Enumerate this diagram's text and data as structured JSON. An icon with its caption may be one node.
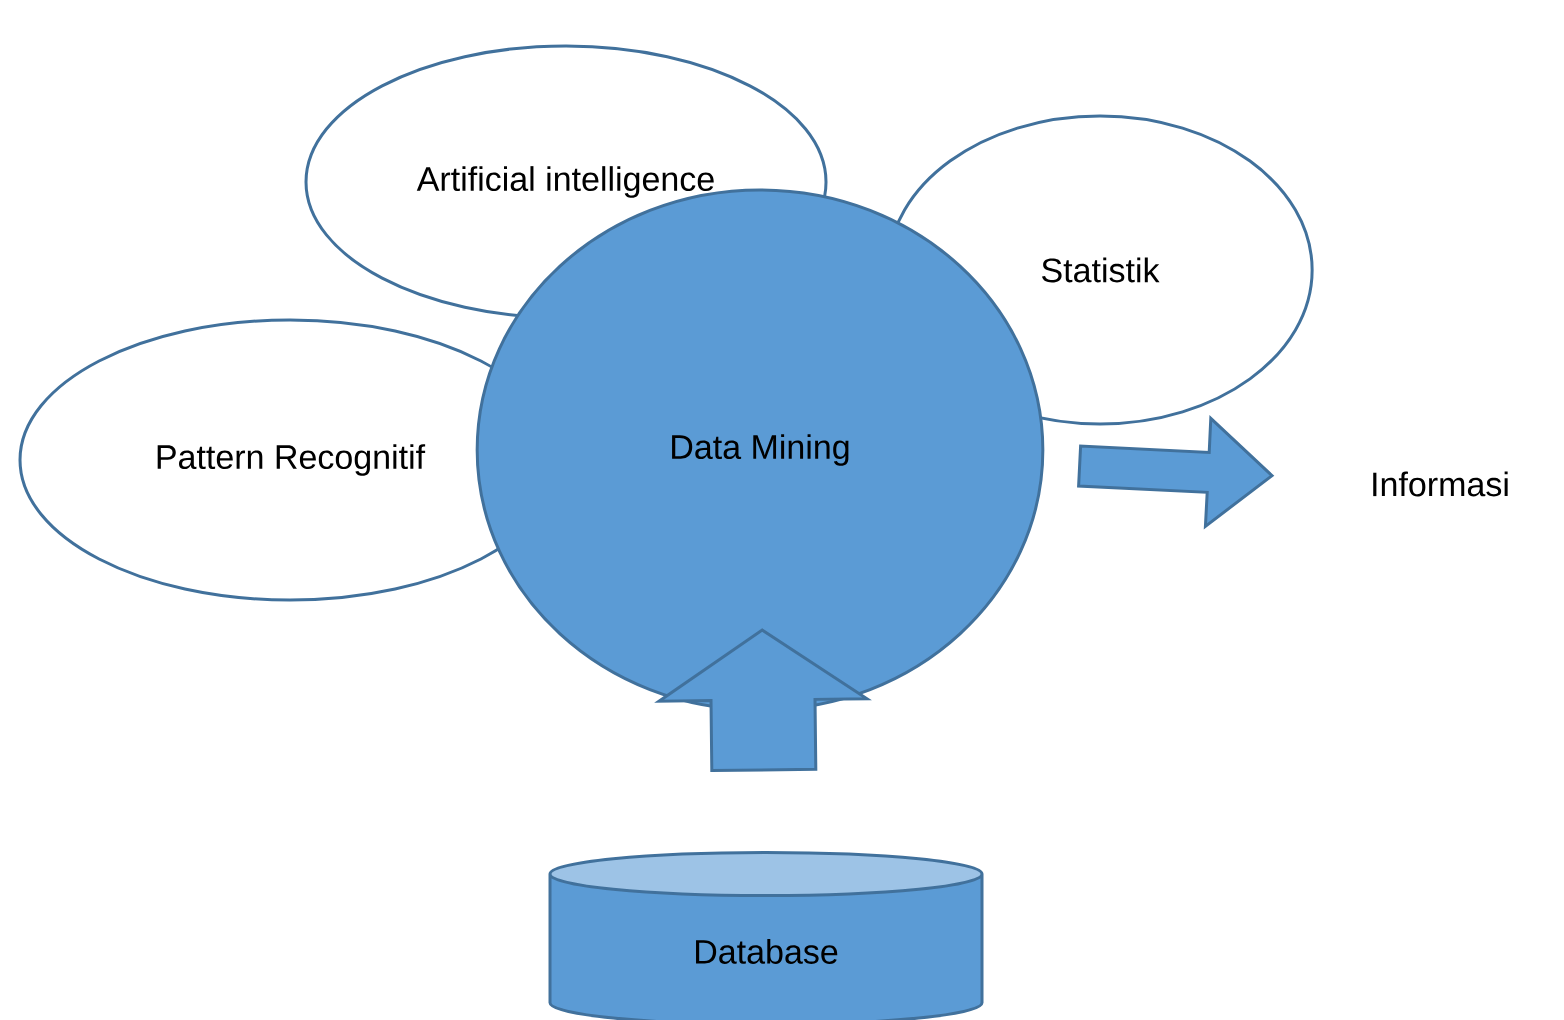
{
  "diagram": {
    "nodes": [
      {
        "text": [
          "Artificial intelligence"
        ]
      },
      {
        "text": [
          "Statistik"
        ]
      },
      {
        "text": [
          "Pattern Recognitif"
        ]
      },
      {
        "text": [
          "Data Mining"
        ]
      },
      {
        "text": [
          "Informasi"
        ]
      },
      {
        "text": [
          "Database"
        ]
      }
    ],
    "edges": [
      {
        "from": 3,
        "to": 4,
        "arrow": "to"
      },
      {
        "from": 5,
        "to": 3,
        "arrow": "to"
      }
    ]
  }
}
